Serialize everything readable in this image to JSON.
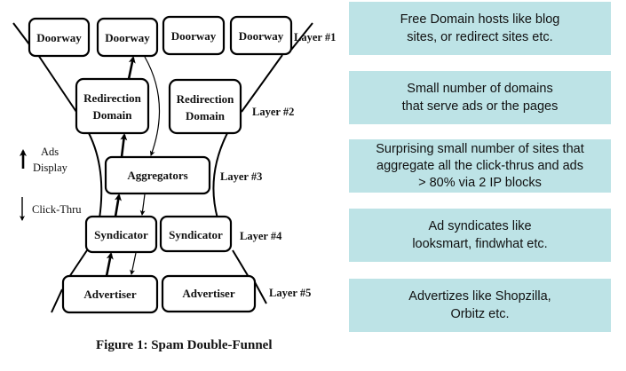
{
  "diagram": {
    "caption": "Figure 1: Spam Double-Funnel",
    "legend": {
      "up_label_line1": "Ads",
      "up_label_line2": "Display",
      "down_label": "Click-Thru"
    },
    "layers": [
      {
        "label": "Layer #1",
        "nodes": [
          "Doorway",
          "Doorway",
          "Doorway",
          "Doorway"
        ]
      },
      {
        "label": "Layer #2",
        "nodes": [
          [
            "Redirection",
            "Domain"
          ],
          [
            "Redirection",
            "Domain"
          ]
        ]
      },
      {
        "label": "Layer #3",
        "nodes": [
          "Aggregators"
        ]
      },
      {
        "label": "Layer #4",
        "nodes": [
          "Syndicator",
          "Syndicator"
        ]
      },
      {
        "label": "Layer #5",
        "nodes": [
          "Advertiser",
          "Advertiser"
        ]
      }
    ]
  },
  "notes": [
    {
      "lines": [
        "Free Domain hosts like blog",
        "sites, or redirect sites etc."
      ]
    },
    {
      "lines": [
        "Small number of domains",
        "that serve ads or the pages"
      ]
    },
    {
      "lines": [
        "Surprising small number of sites that",
        "aggregate all the click-thrus and ads",
        "> 80% via 2 IP blocks"
      ]
    },
    {
      "lines": [
        "Ad syndicates like",
        "looksmart, findwhat etc."
      ]
    },
    {
      "lines": [
        "Advertizes like Shopzilla,",
        "Orbitz etc."
      ]
    }
  ],
  "colors": {
    "note_background": "#bde3e6",
    "stroke": "#000000"
  }
}
